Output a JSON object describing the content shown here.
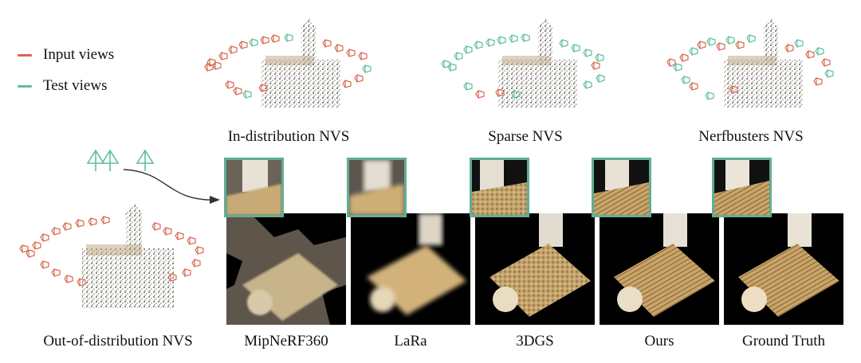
{
  "legend": {
    "input": {
      "label": "Input views",
      "color": "#d9694e"
    },
    "test": {
      "label": "Test views",
      "color": "#5fbf9d"
    }
  },
  "top_scenes": [
    {
      "caption": "In-distribution NVS",
      "variant": "in-distribution"
    },
    {
      "caption": "Sparse NVS",
      "variant": "sparse"
    },
    {
      "caption": "Nerfbusters NVS",
      "variant": "nerfbusters"
    }
  ],
  "ood_scene": {
    "caption": "Out-of-distribution NVS"
  },
  "methods": [
    {
      "caption": "MipNeRF360",
      "style": "mipnerf"
    },
    {
      "caption": "LaRa",
      "style": "blurry"
    },
    {
      "caption": "3DGS",
      "style": "noisy"
    },
    {
      "caption": "Ours",
      "style": "sharp"
    },
    {
      "caption": "Ground Truth",
      "style": "gt"
    }
  ],
  "colors": {
    "highlight_border": "#5fae95",
    "arrow": "#333333",
    "input_camera": "#d9694e",
    "test_camera": "#5fbf9d"
  }
}
